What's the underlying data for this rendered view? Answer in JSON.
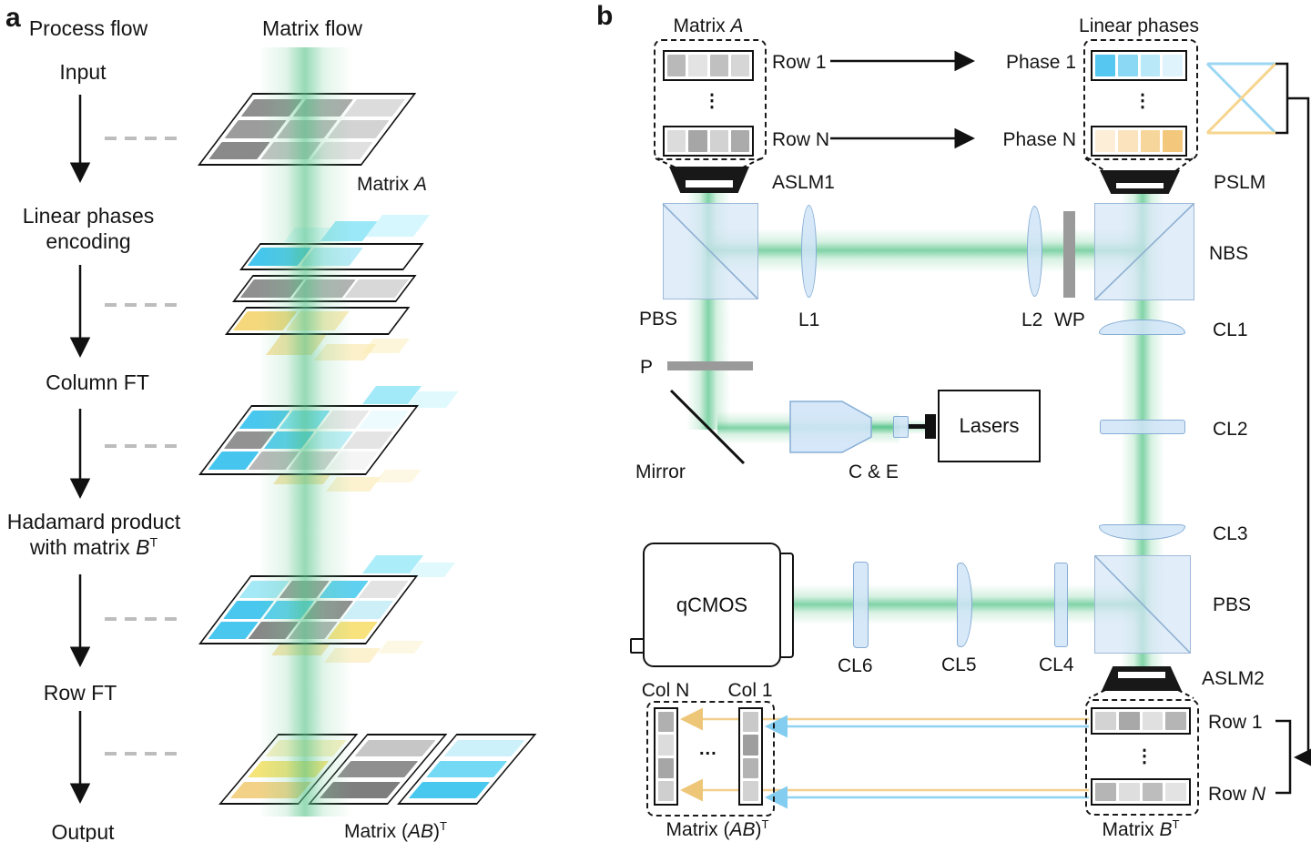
{
  "panel_a": {
    "tag": "a",
    "process_header": "Process flow",
    "matrix_header": "Matrix flow",
    "step_input": "Input",
    "step_linear_1": "Linear phases",
    "step_linear_2": "encoding",
    "step_column_ft": "Column FT",
    "step_hadamard_1": "Hadamard product",
    "step_hadamard_2": "with matrix ",
    "step_hadamard_b": "B",
    "step_hadamard_sup": "T",
    "step_row_ft": "Row FT",
    "step_output": "Output",
    "matrix_a_prefix": "Matrix ",
    "matrix_a_italic": "A",
    "matrix_ab_prefix": "Matrix (",
    "matrix_ab_italic": "AB",
    "matrix_ab_close": ")",
    "matrix_ab_sup": "T",
    "cells": {
      "input": [
        [
          "#8f8f8f",
          "#ababab",
          "#dcdcdc"
        ],
        [
          "#9c9c9c",
          "#b7b7b7",
          "#d3d3d3"
        ],
        [
          "#8a8a8a",
          "#c2c2c2",
          "#e0e0e0"
        ]
      ],
      "linear_top": [
        "#45c6ef",
        "rgba(126,220,243,0.55)",
        "rgba(255,255,255,0)"
      ],
      "linear_mid": [
        "#909090",
        "#b2b2b2",
        "#d8d8d8"
      ],
      "linear_bottom": [
        "#f6d87c",
        "rgba(246,221,127,0.55)",
        "rgba(255,255,255,0)"
      ],
      "column_ft": [
        [
          "#4ac7ee",
          "#7edff4",
          "#e8e8e8",
          "#eefbfe"
        ],
        [
          "#929292",
          "#52ccef",
          "#c0eff9",
          "#e4e4e4"
        ],
        [
          "#46c6ee",
          "#b8b8b8",
          "#cfd0d0",
          "#f5f5f5"
        ]
      ],
      "hadamard": [
        [
          "#a5e8f6",
          "#999999",
          "#5fd0ef",
          "#e3e3e3"
        ],
        [
          "#49c7ee",
          "#58cef0",
          "#8f8f8f",
          "#cdeff8"
        ],
        [
          "#4ac7ee",
          "#878787",
          "#b0b0b0",
          "#f7e27e"
        ]
      ],
      "output_yellow": [
        "#f6f0c2",
        "#f5e478",
        "#f3d287"
      ],
      "output_gray": [
        "#c6c6c6",
        "#8f8f8f",
        "#7e7e7e"
      ],
      "output_cyan": [
        "#cdf1fa",
        "#74d9f4",
        "#49c8ef"
      ]
    }
  },
  "panel_b": {
    "tag": "b",
    "matrix_a_title_prefix": "Matrix ",
    "matrix_a_title_italic": "A",
    "row1_label": "Row 1",
    "rowN_label": "Row N",
    "phase1_label": "Phase 1",
    "phaseN_label": "Phase N",
    "linear_phases_title": "Linear phases",
    "aslm1": "ASLM1",
    "pslm": "PSLM",
    "pbs_top": "PBS",
    "l1": "L1",
    "l2": "L2",
    "wp": "WP",
    "nbs": "NBS",
    "cl1": "CL1",
    "cl2": "CL2",
    "cl3": "CL3",
    "p": "P",
    "mirror": "Mirror",
    "ce": "C & E",
    "lasers": "Lasers",
    "qcmos": "qCMOS",
    "cl4": "CL4",
    "cl5": "CL5",
    "cl6": "CL6",
    "pbs_bottom": "PBS",
    "aslm2": "ASLM2",
    "colN_label": "Col N",
    "col1_label": "Col 1",
    "hdots": "...",
    "vdots": "⋮",
    "matrix_ab_prefix": "Matrix (",
    "matrix_ab_italic": "AB",
    "matrix_ab_close": ")",
    "matrix_ab_sup": "T",
    "matrix_b_prefix": "Matrix ",
    "matrix_b_italic": "B",
    "matrix_b_sup": "T",
    "row1_right": "Row 1",
    "rowN_right_prefix": "Row ",
    "rowN_right_italic": "N",
    "cells": {
      "matA_row1": [
        "#b9b9b9",
        "#e3e3e3",
        "#c0c0c0",
        "#d6d6d6"
      ],
      "matA_rowN": [
        "#dcdcdc",
        "#a6a6a6",
        "#d2d2d2",
        "#ababab"
      ],
      "phase1": [
        "#56c7f0",
        "#8ad8f4",
        "#b9e8f8",
        "#def3fb"
      ],
      "phaseN": [
        "#fdeed8",
        "#fae3bd",
        "#f7d69c",
        "#f4c87c"
      ],
      "matB_row1": [
        "#d3d3d3",
        "#a8a8a8",
        "#e0e0e0",
        "#b5b5b5"
      ],
      "matB_rowN": [
        "#b5b5b5",
        "#dedede",
        "#bdbdbd",
        "#e3e3e3"
      ],
      "colN": [
        "#b0b0b0",
        "#dcdcdc",
        "#a6a6a6",
        "#cfcfcf"
      ],
      "col1": [
        "#c9c9c9",
        "#9e9e9e",
        "#b3b3b3",
        "#d2d2d2"
      ]
    },
    "colors": {
      "beam_green": "#56c48a",
      "blue_line": "#8ed2f2",
      "yellow_line": "#f3cf8e"
    }
  }
}
